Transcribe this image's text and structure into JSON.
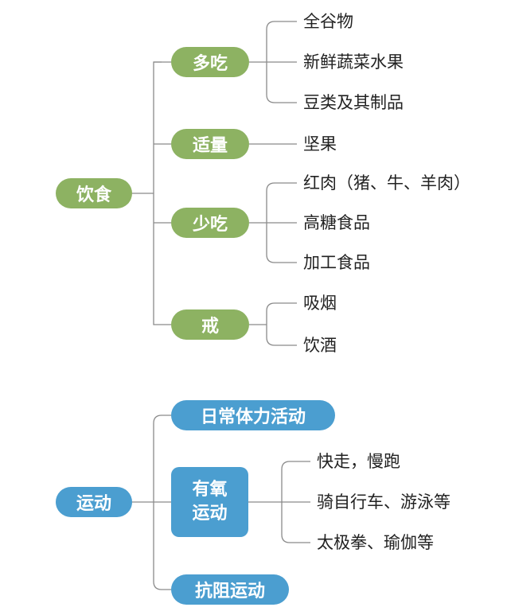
{
  "diet": {
    "root": "饮食",
    "groups": [
      {
        "label": "多吃",
        "items": [
          "全谷物",
          "新鲜蔬菜水果",
          "豆类及其制品"
        ]
      },
      {
        "label": "适量",
        "items": [
          "坚果"
        ]
      },
      {
        "label": "少吃",
        "items": [
          "红肉（猪、牛、羊肉）",
          "高糖食品",
          "加工食品"
        ]
      },
      {
        "label": "戒",
        "items": [
          "吸烟",
          "饮酒"
        ]
      }
    ]
  },
  "exercise": {
    "root": "运动",
    "groups": [
      {
        "label": "日常体力活动",
        "items": []
      },
      {
        "label_lines": [
          "有氧",
          "运动"
        ],
        "items": [
          "快走，慢跑",
          "骑自行车、游泳等",
          "太极拳、瑜伽等"
        ]
      },
      {
        "label": "抗阻运动",
        "items": []
      }
    ]
  },
  "colors": {
    "diet_node": "#8db262",
    "exercise_node": "#4b9ed0",
    "connector": "#8a8a8a",
    "leaf_text": "#222222"
  }
}
